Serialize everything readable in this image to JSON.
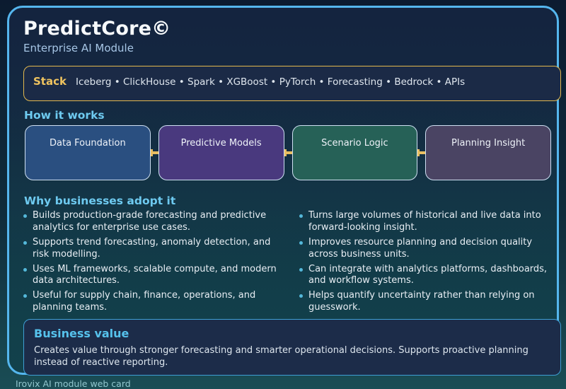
{
  "header": {
    "title": "PredictCore©",
    "subtitle": "Enterprise AI Module"
  },
  "stack": {
    "label": "Stack",
    "items": "Iceberg • ClickHouse • Spark • XGBoost • PyTorch • Forecasting • Bedrock • APIs"
  },
  "how_it_works": {
    "heading": "How it works",
    "steps": [
      {
        "label": "Data Foundation",
        "color": "#2a4f80"
      },
      {
        "label": "Predictive Models",
        "color": "#49397e"
      },
      {
        "label": "Scenario Logic",
        "color": "#266157"
      },
      {
        "label": "Planning Insight",
        "color": "#4a4463"
      }
    ]
  },
  "why_adopt": {
    "heading": "Why businesses adopt it",
    "left_bullets": [
      "Builds production-grade forecasting and predictive analytics for enterprise use cases.",
      "Supports trend forecasting, anomaly detection, and risk modelling.",
      "Uses ML frameworks, scalable compute, and modern data architectures.",
      "Useful for supply chain, finance, operations, and planning teams."
    ],
    "right_bullets": [
      "Turns large volumes of historical and live data into forward-looking insight.",
      "Improves resource planning and decision quality across business units.",
      "Can integrate with analytics platforms, dashboards, and workflow systems.",
      "Helps quantify uncertainty rather than relying on guesswork."
    ]
  },
  "business_value": {
    "heading": "Business value",
    "text": "Creates value through stronger forecasting and smarter operational decisions. Supports proactive planning instead of reactive reporting."
  },
  "footer": {
    "caption": "Irovix AI module web card"
  },
  "accents": {
    "card_border": "#55b6ee",
    "heading_cyan": "#6ecaf0",
    "stack_gold": "#efc35f",
    "arrow_gold": "#e9bf62",
    "bullet_dot": "#54b8da"
  }
}
